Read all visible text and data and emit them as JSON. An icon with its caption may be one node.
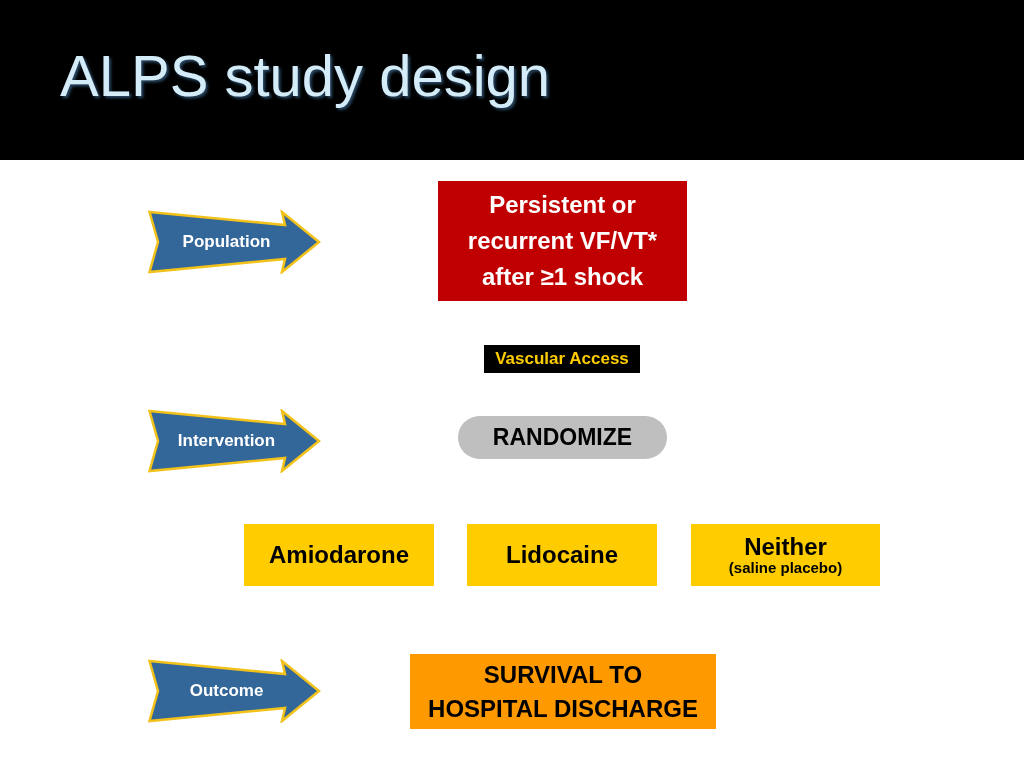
{
  "diagram": {
    "title": "ALPS study design",
    "nodes": [
      {
        "text": [
          "Population"
        ]
      },
      {
        "text": [
          "Persistent or recurrent VF/VT* after ≥1 shock"
        ]
      },
      {
        "text": [
          "Vascular Access"
        ]
      },
      {
        "text": [
          "Intervention"
        ]
      },
      {
        "text": [
          "RANDOMIZE"
        ]
      },
      {
        "text": [
          "Amiodarone"
        ]
      },
      {
        "text": [
          "Lidocaine"
        ]
      },
      {
        "text": [
          "Neither",
          "(saline placebo)"
        ]
      },
      {
        "text": [
          "Outcome"
        ]
      },
      {
        "text": [
          "SURVIVAL TO HOSPITAL DISCHARGE"
        ]
      }
    ]
  }
}
